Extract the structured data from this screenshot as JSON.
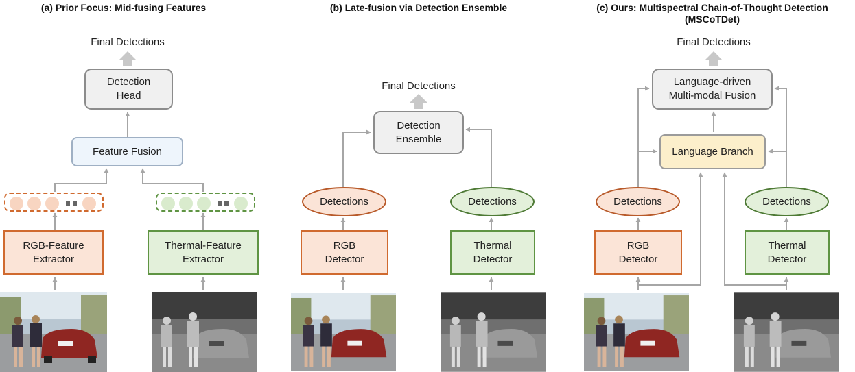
{
  "panels": {
    "a": {
      "title": "(a) Prior Focus: Mid-fusing Features",
      "final_detections": "Final Detections",
      "detection_head": "Detection Head",
      "feature_fusion": "Feature Fusion",
      "rgb_extractor": "RGB-Feature Extractor",
      "thermal_extractor": "Thermal-Feature Extractor"
    },
    "b": {
      "title": "(b) Late-fusion via Detection Ensemble",
      "final_detections": "Final Detections",
      "detection_ensemble": "Detection Ensemble",
      "rgb_detections": "Detections",
      "thermal_detections": "Detections",
      "rgb_detector": "RGB Detector",
      "thermal_detector": "Thermal Detector"
    },
    "c": {
      "title": "(c) Ours: Multispectral Chain-of-Thought Detection (MSCoTDet)",
      "final_detections": "Final Detections",
      "fusion": "Language-driven Multi-modal Fusion",
      "language_branch": "Language Branch",
      "rgb_detections": "Detections",
      "thermal_detections": "Detections",
      "rgb_detector": "RGB Detector",
      "thermal_detector": "Thermal Detector"
    }
  },
  "colors": {
    "rgb_border": "#d06a2f",
    "rgb_fill": "#fbe4d7",
    "thermal_border": "#5f9443",
    "thermal_fill": "#e3f0da",
    "neutral_fill": "#f0f0f0",
    "fusion_fill": "#eef5fc",
    "language_fill": "#fcefcb",
    "arrow": "#a6a6a6"
  },
  "images": {
    "rgb": "rgb-street-photo",
    "thermal": "thermal-street-photo"
  }
}
